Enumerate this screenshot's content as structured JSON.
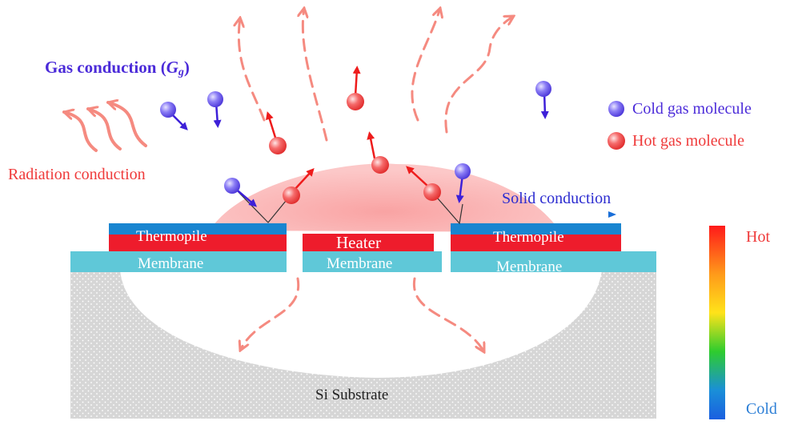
{
  "labels": {
    "gas_conduction_prefix": "Gas conduction (",
    "gas_conduction_symbol": "G",
    "gas_conduction_sub": "g",
    "gas_conduction_suffix": ")",
    "radiation": "Radiation conduction",
    "cold_molecule": "Cold gas molecule",
    "hot_molecule": "Hot gas molecule",
    "solid_conduction": "Solid conduction",
    "thermopile_left": "Thermopile",
    "thermopile_right": "Thermopile",
    "heater": "Heater",
    "membrane_left": "Membrane",
    "membrane_middle": "Membrane",
    "membrane_right": "Membrane",
    "substrate": "Si Substrate",
    "scale_hot": "Hot",
    "scale_cold": "Cold"
  },
  "colors": {
    "cold_molecule": "#6d5cf0",
    "hot_molecule": "#f03c3c",
    "cold_arrow": "#3d20d8",
    "hot_arrow": "#ee1c1c",
    "heat_flow": "#f58a80",
    "heat_zone": "#fbb8b8",
    "thermopile_top": "#1985d0",
    "thermopile_bottom": "#ee1c2c",
    "heater": "#ee1c2c",
    "membrane": "#5fc8d8",
    "substrate": "#d9d9d9",
    "scale_gradient": [
      "#ff1a1a",
      "#ff9a1a",
      "#ffe31a",
      "#2ecc2e",
      "#1a8fd8",
      "#1a5fe0"
    ]
  }
}
